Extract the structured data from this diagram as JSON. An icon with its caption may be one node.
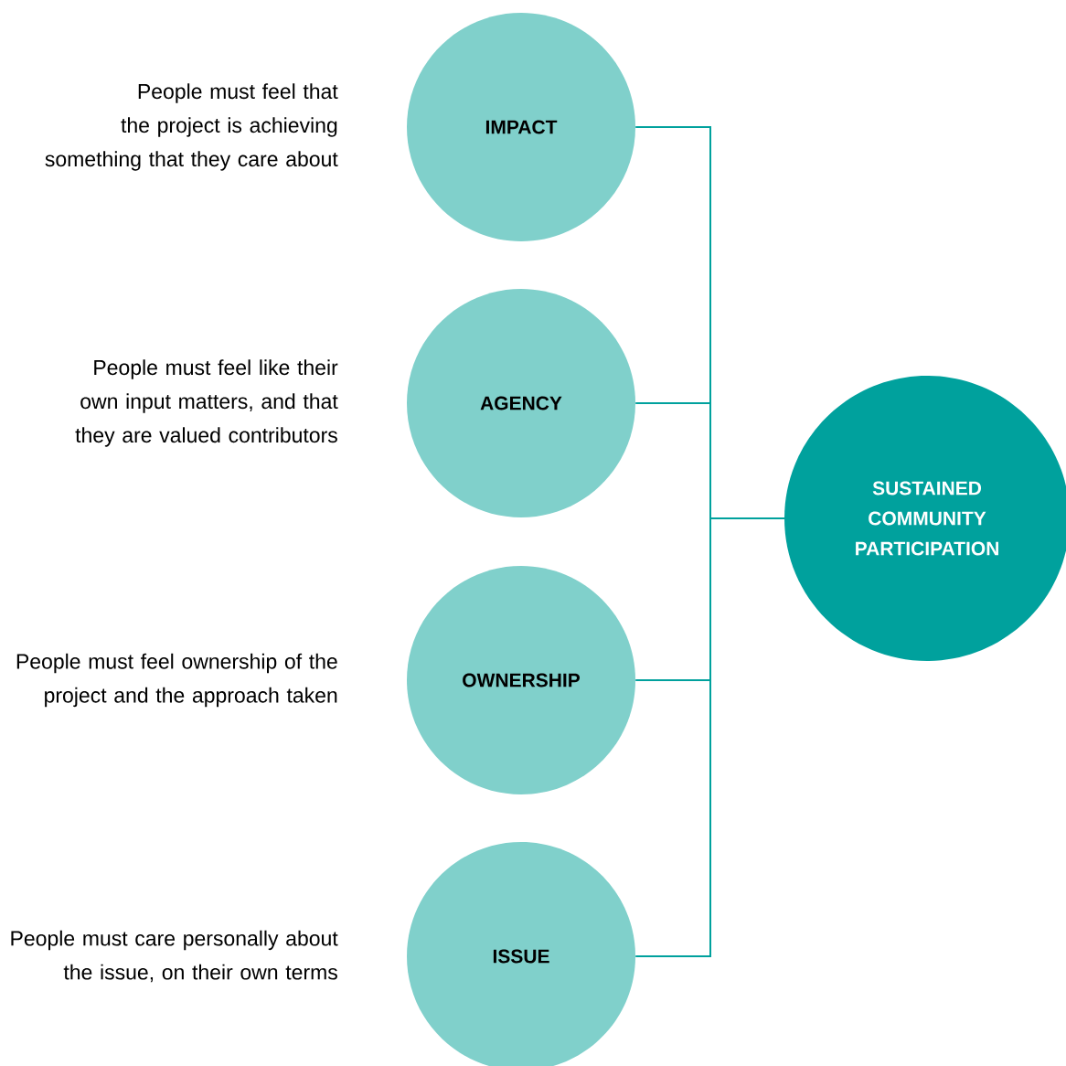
{
  "diagram": {
    "nodes": [
      {
        "text": [
          "IMPACT"
        ],
        "beside": [
          "People must feel that the project is achieving something that they care about"
        ]
      },
      {
        "text": [
          "AGENCY"
        ],
        "beside": [
          "People must feel like their own input matters, and that they are valued contributors"
        ]
      },
      {
        "text": [
          "OWNERSHIP"
        ],
        "beside": [
          "People must feel ownership of the project and the approach taken"
        ]
      },
      {
        "text": [
          "ISSUE"
        ],
        "beside": [
          "People must care personally about the issue, on their own terms"
        ]
      },
      {
        "text": [
          "SUSTAINED COMMUNITY PARTICIPATION"
        ]
      }
    ],
    "edges": [
      {
        "from": 0,
        "to": 4,
        "arrow": "none"
      },
      {
        "from": 1,
        "to": 4,
        "arrow": "none"
      },
      {
        "from": 2,
        "to": 4,
        "arrow": "none"
      },
      {
        "from": 3,
        "to": 4,
        "arrow": "none"
      }
    ]
  }
}
